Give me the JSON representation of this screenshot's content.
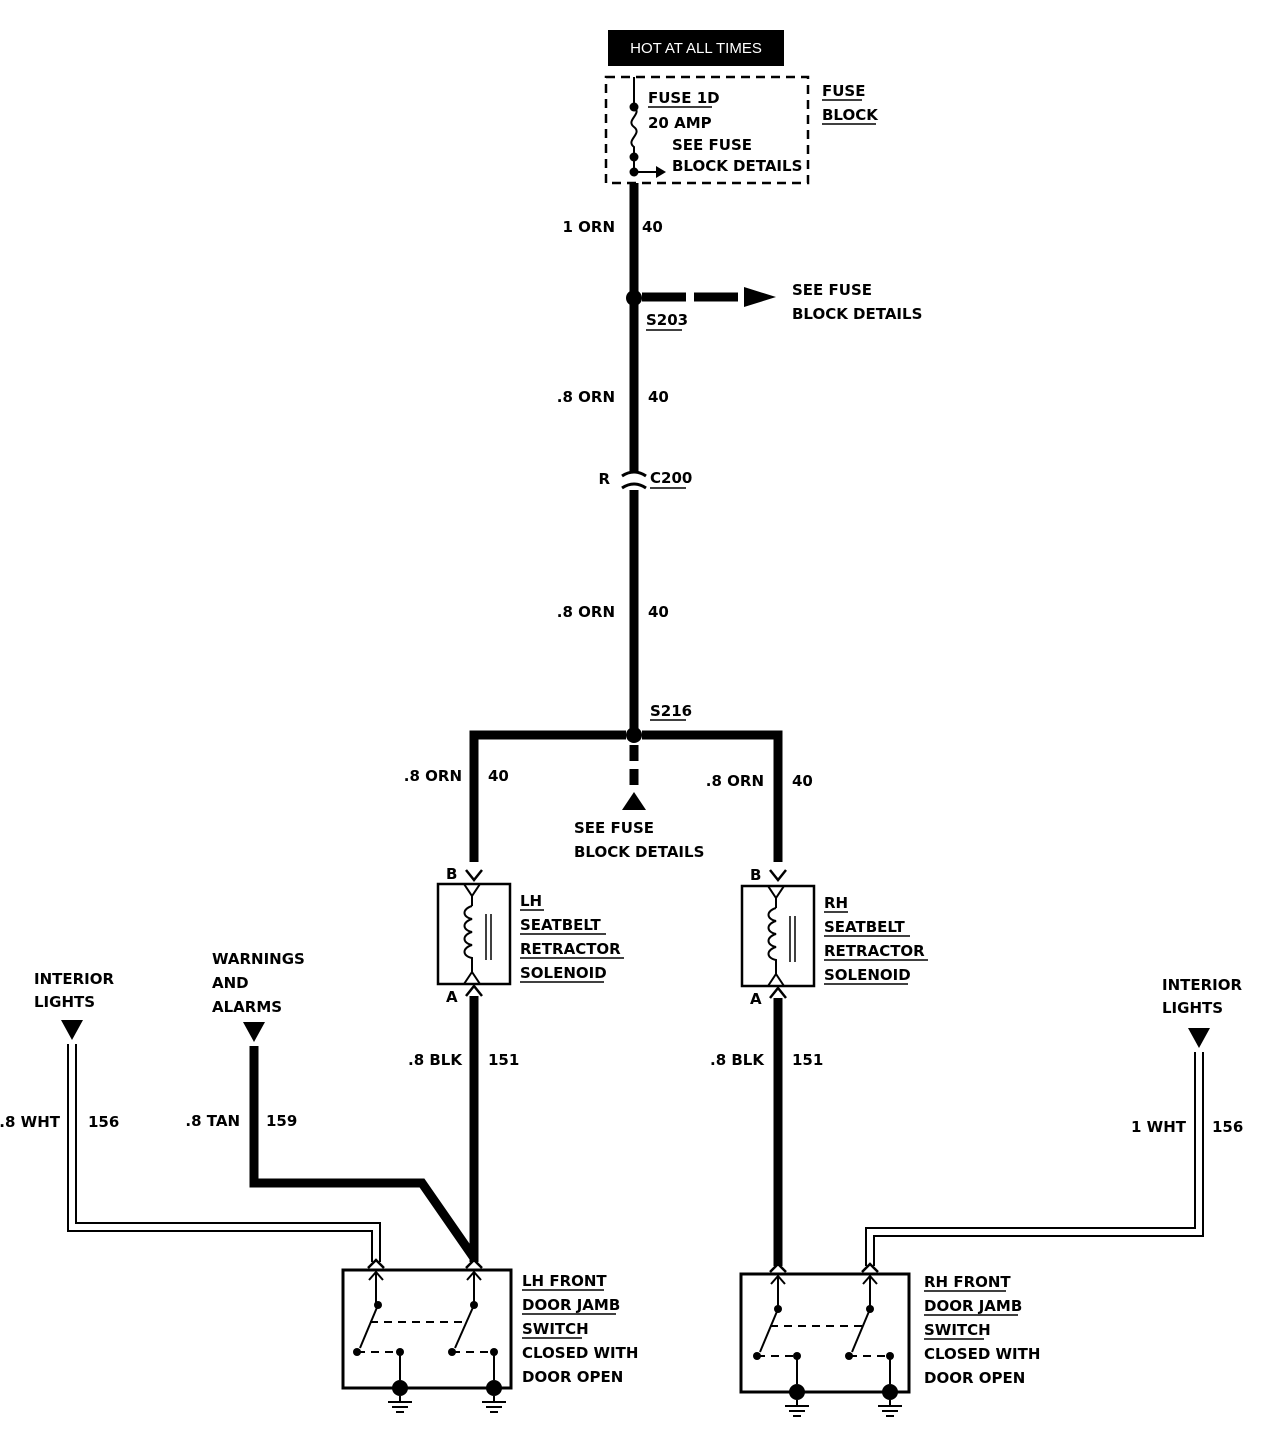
{
  "header": {
    "hot_label": "HOT AT ALL TIMES"
  },
  "fuse_block": {
    "fuse_name": "FUSE 1D",
    "fuse_rating": "20 AMP",
    "see_line1": "SEE FUSE",
    "see_line2": "BLOCK DETAILS",
    "block_line1": "FUSE",
    "block_line2": "BLOCK"
  },
  "wires": {
    "w1_gauge": "1 ORN",
    "w1_circuit": "40",
    "w2_gauge": ".8 ORN",
    "w2_circuit": "40",
    "w3_gauge": ".8 ORN",
    "w3_circuit": "40",
    "lh_orn_gauge": ".8 ORN",
    "lh_orn_circuit": "40",
    "rh_orn_gauge": ".8 ORN",
    "rh_orn_circuit": "40",
    "lh_blk_gauge": ".8 BLK",
    "lh_blk_circuit": "151",
    "rh_blk_gauge": ".8 BLK",
    "rh_blk_circuit": "151",
    "lh_wht_gauge": ".8 WHT",
    "lh_wht_circuit": "156",
    "tan_gauge": ".8 TAN",
    "tan_circuit": "159",
    "rh_wht_gauge": "1 WHT",
    "rh_wht_circuit": "156"
  },
  "splices": {
    "s203": "S203",
    "s203_see1": "SEE FUSE",
    "s203_see2": "BLOCK DETAILS",
    "s216": "S216",
    "s216_see1": "SEE FUSE",
    "s216_see2": "BLOCK DETAILS"
  },
  "connector": {
    "name": "C200",
    "pin": "R"
  },
  "lh_solenoid": {
    "pin_b": "B",
    "pin_a": "A",
    "line1": "LH",
    "line2": "SEATBELT",
    "line3": "RETRACTOR",
    "line4": "SOLENOID"
  },
  "rh_solenoid": {
    "pin_b": "B",
    "pin_a": "A",
    "line1": "RH",
    "line2": "SEATBELT",
    "line3": "RETRACTOR",
    "line4": "SOLENOID"
  },
  "lh_switch": {
    "line1": "LH FRONT",
    "line2": "DOOR JAMB",
    "line3": "SWITCH",
    "line4": "CLOSED WITH",
    "line5": "DOOR OPEN"
  },
  "rh_switch": {
    "line1": "RH FRONT",
    "line2": "DOOR JAMB",
    "line3": "SWITCH",
    "line4": "CLOSED WITH",
    "line5": "DOOR OPEN"
  },
  "destinations": {
    "lh_interior_1": "INTERIOR",
    "lh_interior_2": "LIGHTS",
    "warn_1": "WARNINGS",
    "warn_2": "AND",
    "warn_3": "ALARMS",
    "rh_interior_1": "INTERIOR",
    "rh_interior_2": "LIGHTS"
  }
}
